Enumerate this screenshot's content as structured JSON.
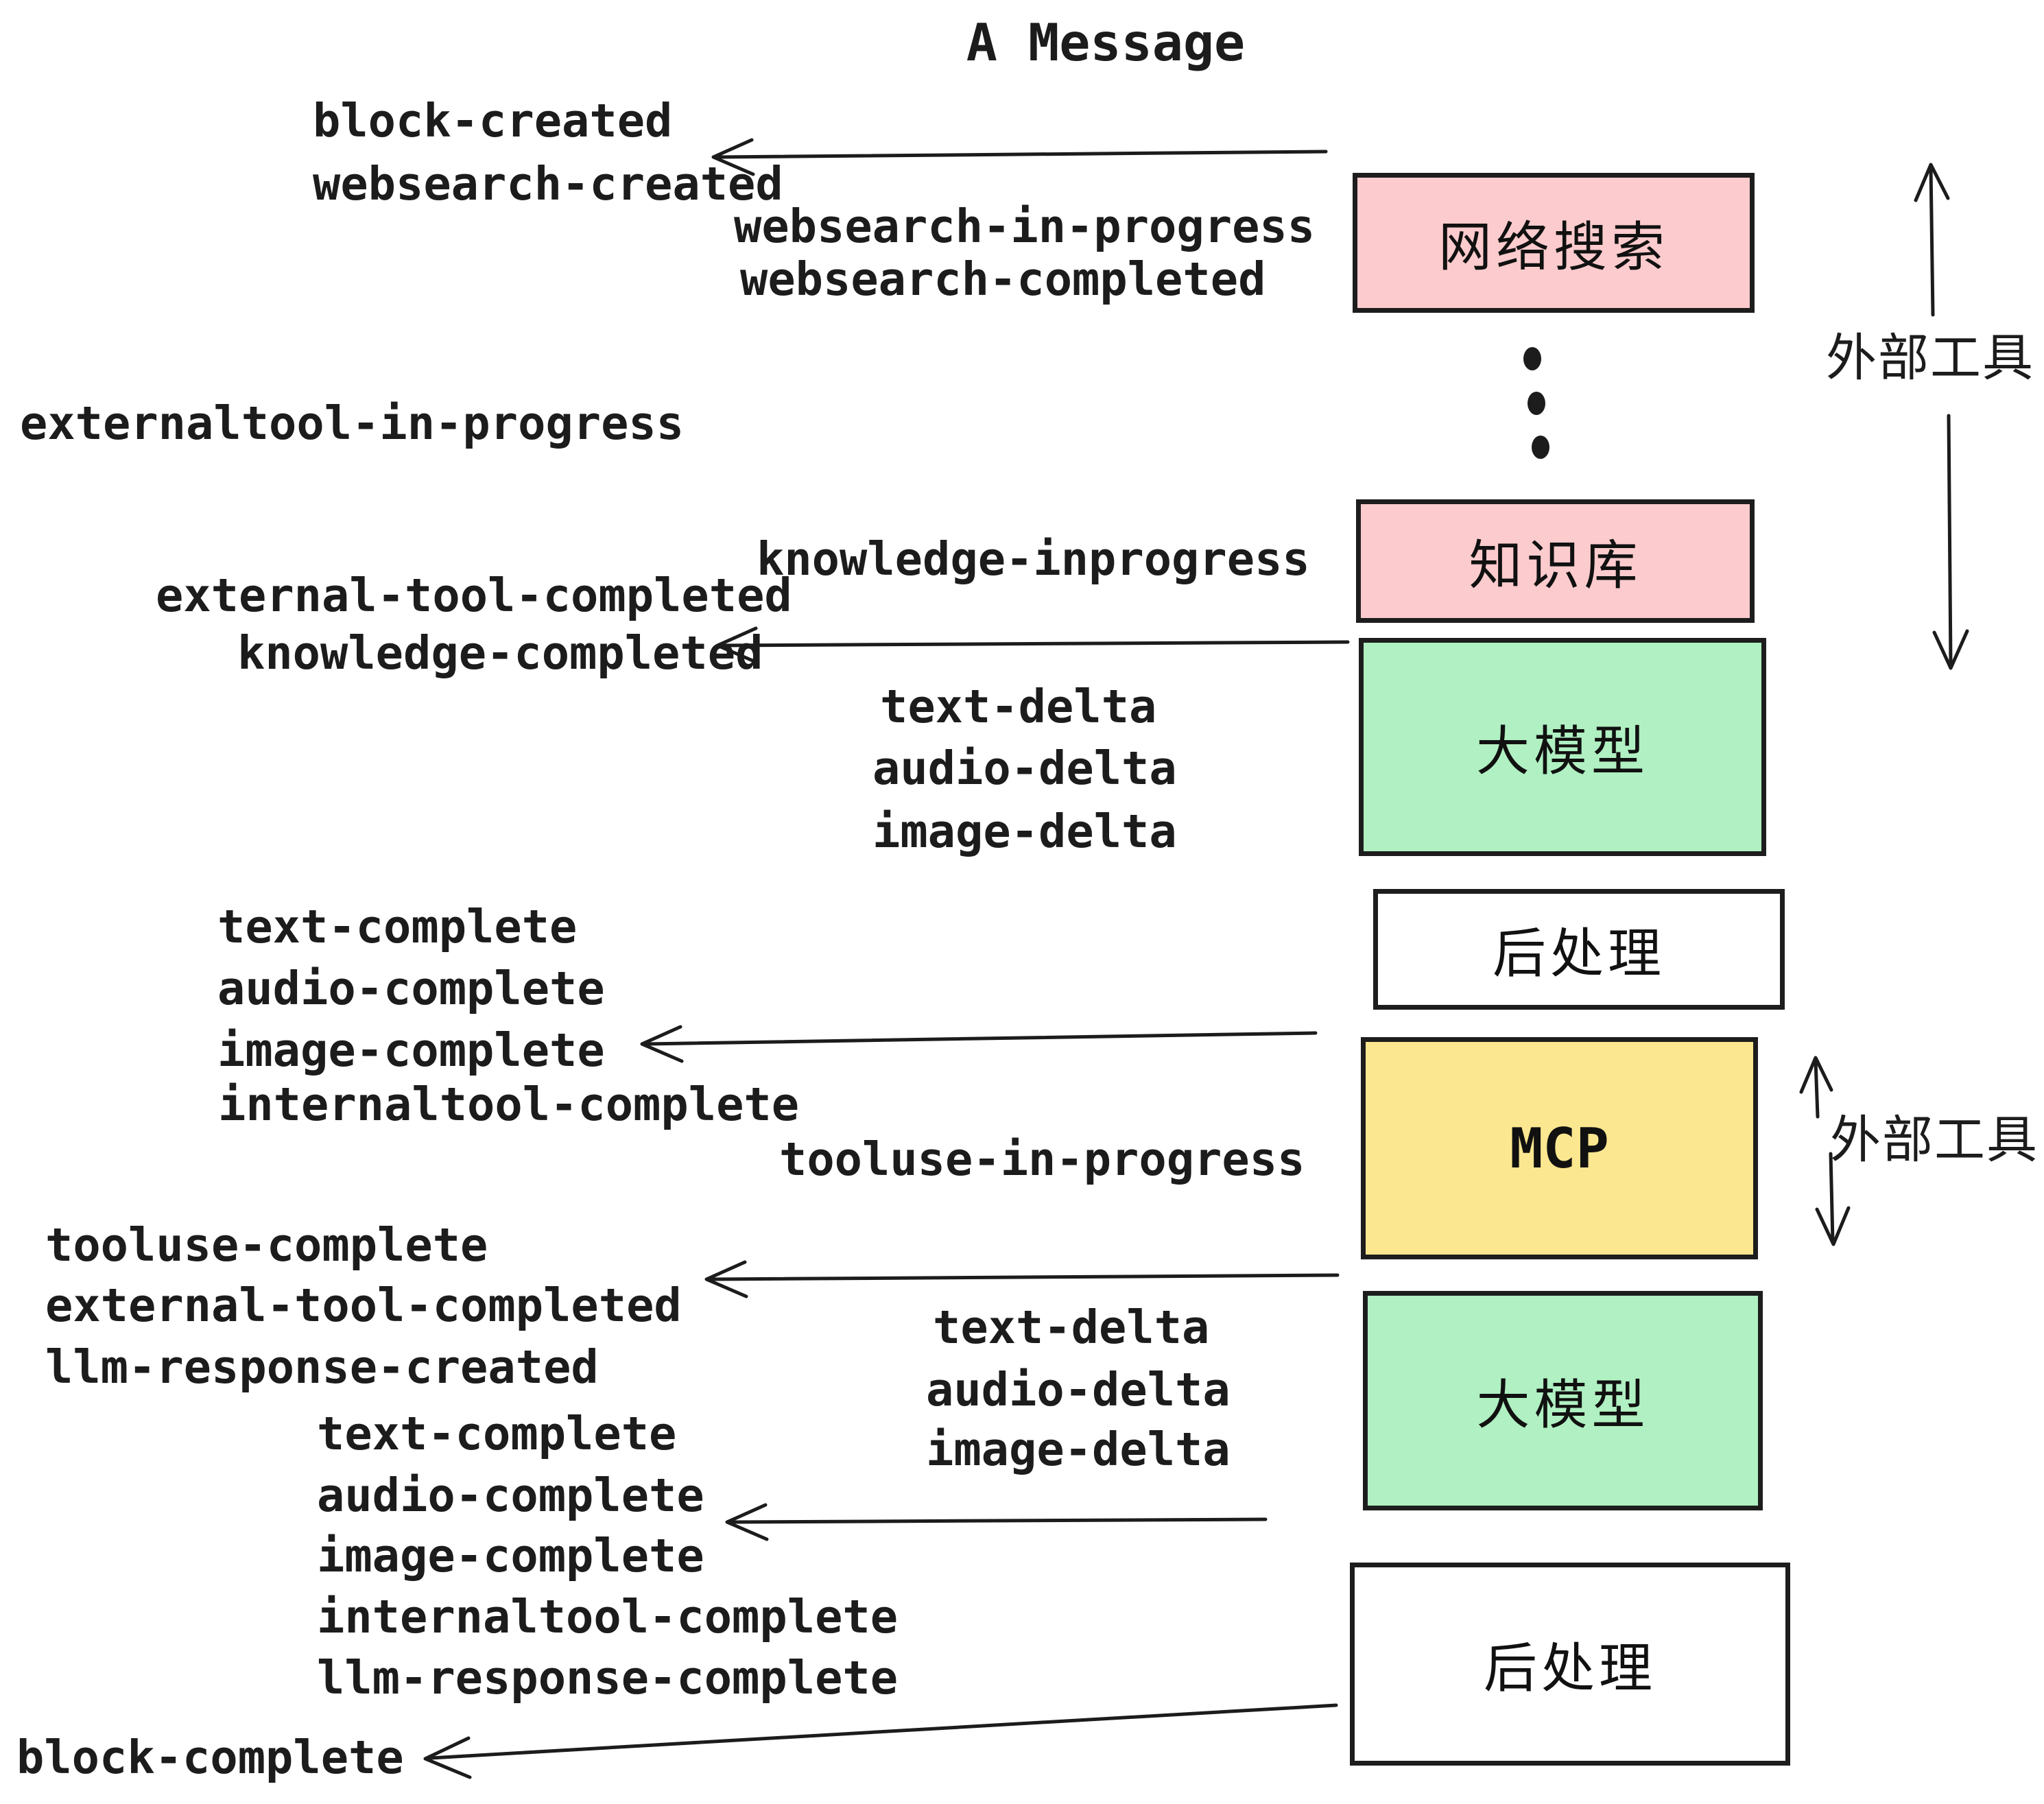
{
  "page": {
    "title": "A Message",
    "background": "#ffffff",
    "ink": "#1c1c1c"
  },
  "boxes": [
    {
      "label": "网络搜索",
      "color": "#fccbcd"
    },
    {
      "label": "知识库",
      "color": "#fccbcd"
    },
    {
      "label": "大模型",
      "color": "#b0f0c2"
    },
    {
      "label": "后处理",
      "color": "#ffffff"
    },
    {
      "label": "MCP",
      "color": "#fae78f"
    },
    {
      "label": "大模型",
      "color": "#b0f0c2"
    },
    {
      "label": "后处理",
      "color": "#ffffff"
    }
  ],
  "annotations": {
    "external_tools_top": "外部工具",
    "external_tools_middle": "外部工具"
  },
  "events": {
    "block_created": "block-created",
    "websearch_created": "websearch-created",
    "websearch_in_progress": "websearch-in-progress",
    "websearch_completed": "websearch-completed",
    "externaltool_in_progress": "externaltool-in-progress",
    "knowledge_inprogress": "knowledge-inprogress",
    "external_tool_completed": "external-tool-completed",
    "knowledge_completed": "knowledge-completed",
    "text_delta": "text-delta",
    "audio_delta": "audio-delta",
    "image_delta": "image-delta",
    "text_complete": "text-complete",
    "audio_complete": "audio-complete",
    "image_complete": "image-complete",
    "internaltool_complete": "internaltool-complete",
    "tooluse_in_progress": "tooluse-in-progress",
    "tooluse_complete": "tooluse-complete",
    "llm_response_created": "llm-response-created",
    "llm_response_complete": "llm-response-complete",
    "block_complete": "block-complete"
  }
}
